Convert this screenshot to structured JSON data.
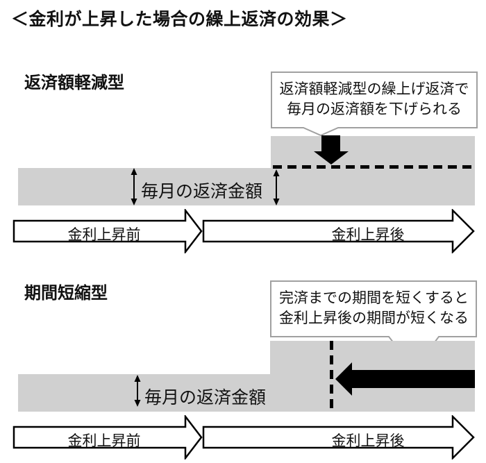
{
  "title": "＜金利が上昇した場合の繰上返済の効果＞",
  "colors": {
    "bar_gray": "#d0d0d0",
    "bubble_border": "#a0a0a0",
    "ink": "#000000",
    "background": "#ffffff"
  },
  "sections": [
    {
      "label": "返済額軽減型",
      "bubble_line1": "返済額軽減型の繰上げ返済で",
      "bubble_line2": "毎月の返済額を下げられる",
      "bar_label": "毎月の返済金額",
      "timeline_before": "金利上昇前",
      "timeline_after": "金利上昇後"
    },
    {
      "label": "期間短縮型",
      "bubble_line1": "完済までの期間を短くすると",
      "bubble_line2": "金利上昇後の期間が短くなる",
      "bar_label": "毎月の返済金額",
      "timeline_before": "金利上昇前",
      "timeline_after": "金利上昇後"
    }
  ]
}
